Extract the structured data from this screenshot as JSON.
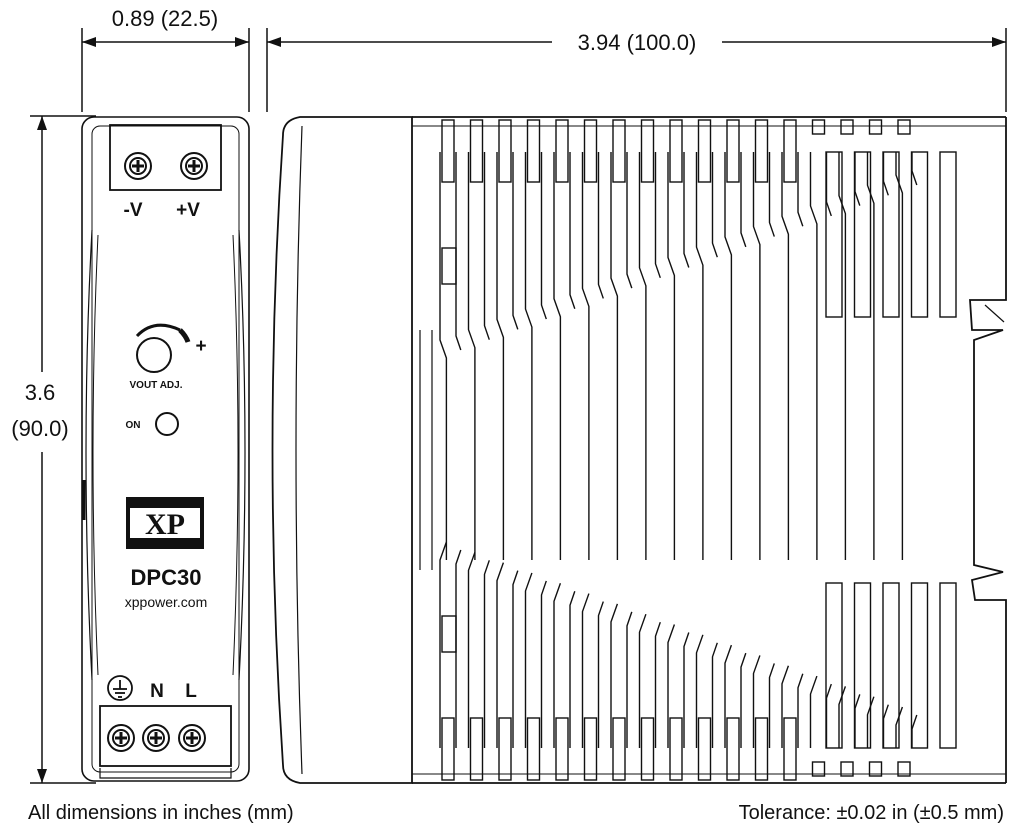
{
  "dimensions": {
    "width": "0.89 (22.5)",
    "depth": "3.94 (100.0)",
    "height_in": "3.6",
    "height_mm": "(90.0)"
  },
  "front_panel": {
    "output_terminals": [
      "-V",
      "+V"
    ],
    "adjust_plus": "+",
    "vout_adj_label": "VOUT ADJ.",
    "on_label": "ON",
    "logo_text": "XP",
    "model": "DPC30",
    "website": "xppower.com",
    "input_terminals": [
      "N",
      "L"
    ]
  },
  "notes": {
    "units": "All dimensions in inches (mm)",
    "tolerance": "Tolerance: ±0.02 in (±0.5 mm)"
  },
  "colors": {
    "ink": "#111111",
    "background": "#ffffff"
  }
}
